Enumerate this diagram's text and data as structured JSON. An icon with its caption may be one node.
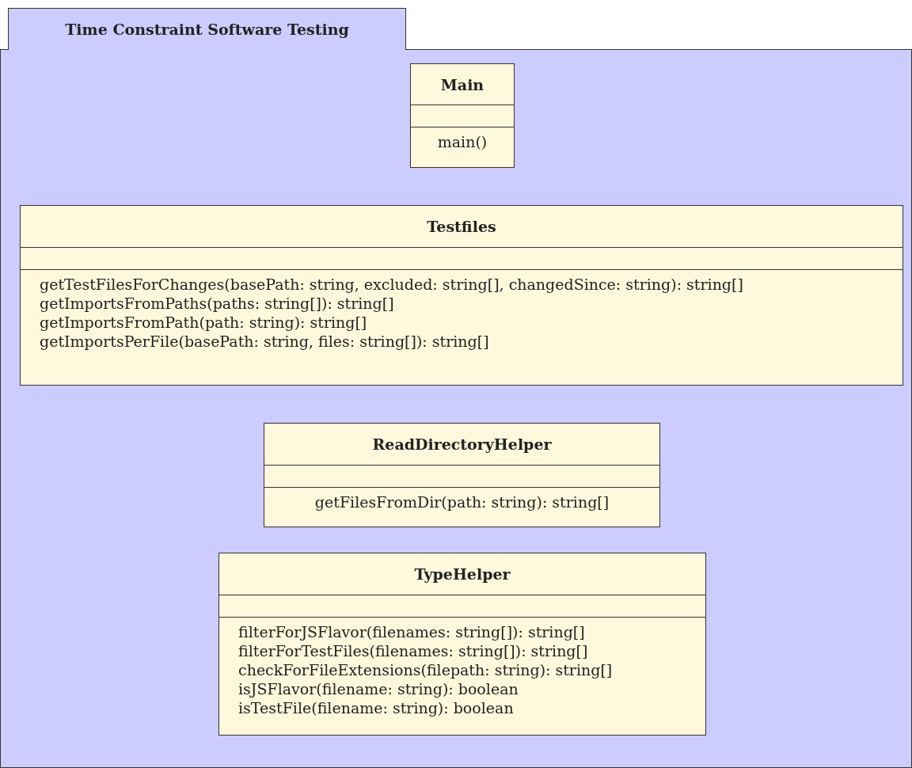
{
  "diagram": {
    "nodes": [
      {
        "text": [
          "Time Constraint Software Testing"
        ]
      },
      {
        "text": [
          "Main",
          "main()"
        ],
        "in": 0
      },
      {
        "text": [
          "Testfiles",
          "getTestFilesForChanges(basePath: string, excluded: string[], changedSince: string): string[]",
          "getImportsFromPaths(paths: string[]): string[]",
          "getImportsFromPath(path: string): string[]",
          "getImportsPerFile(basePath: string, files: string[]): string[]"
        ],
        "in": 0
      },
      {
        "text": [
          "ReadDirectoryHelper",
          "getFilesFromDir(path: string): string[]"
        ],
        "in": 0
      },
      {
        "text": [
          "TypeHelper",
          "filterForJSFlavor(filenames: string[]): string[]",
          "filterForTestFiles(filenames: string[]): string[]",
          "checkForFileExtensions(filepath: string): string[]",
          "isJSFlavor(filename: string): boolean",
          "isTestFile(filename: string): boolean"
        ],
        "in": 0
      }
    ]
  }
}
